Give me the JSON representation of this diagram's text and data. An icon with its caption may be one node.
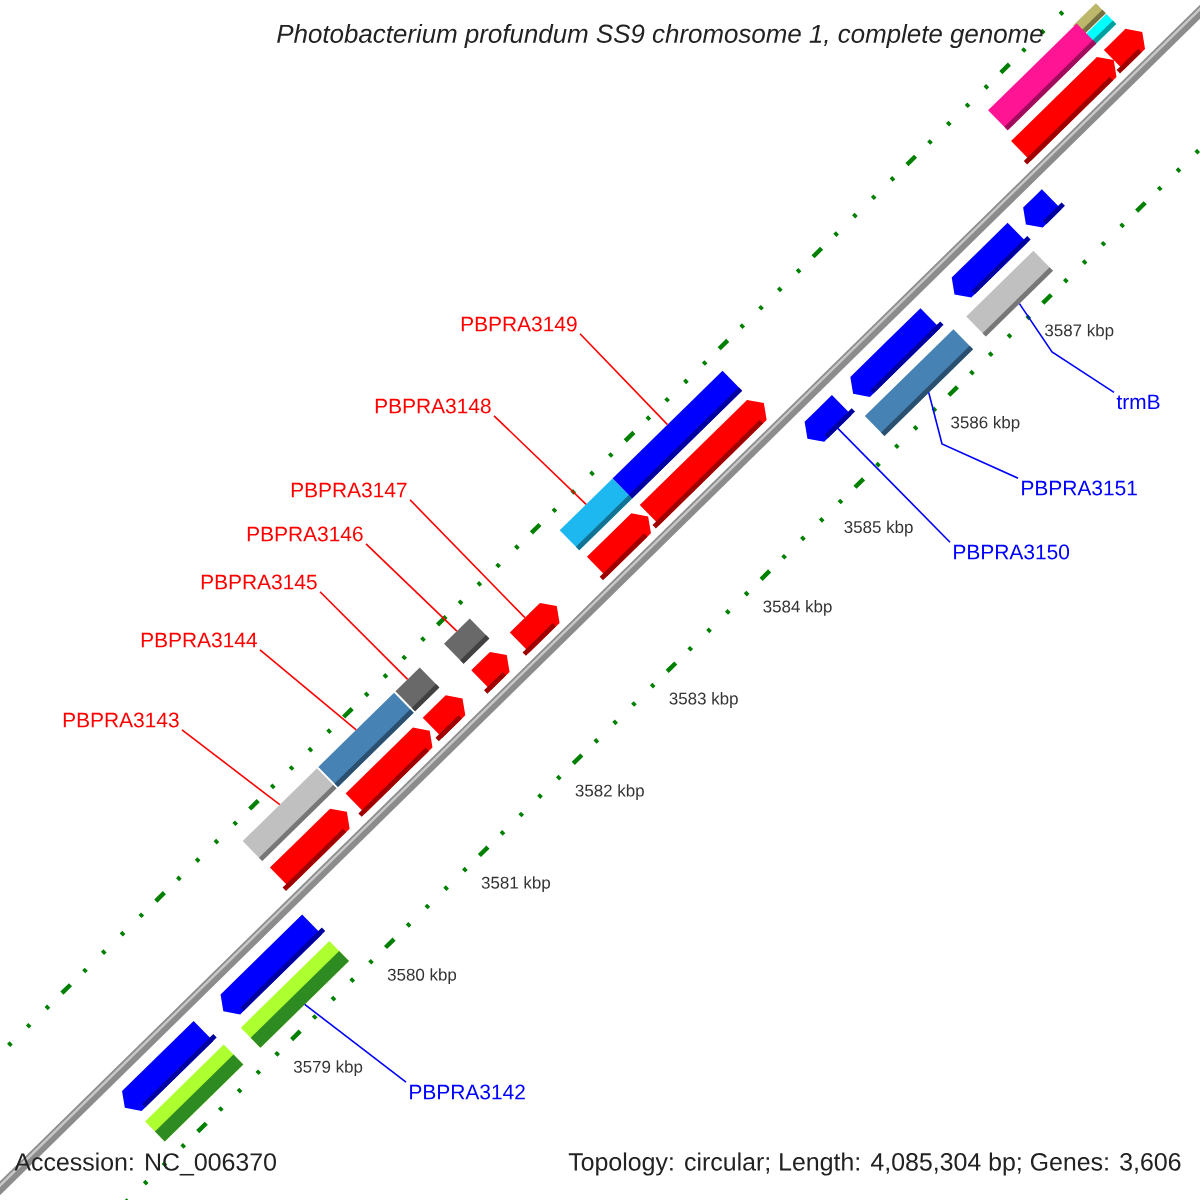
{
  "diagram": {
    "title": "Photobacterium profundum SS9 chromosome 1, complete genome",
    "nodes": [
      {
        "text": [
          "PBPRA3149"
        ]
      },
      {
        "text": [
          "trmB"
        ]
      },
      {
        "text": [
          "PBPRA3148"
        ]
      },
      {
        "text": [
          "PBPRA3151"
        ]
      },
      {
        "text": [
          "PBPRA3147"
        ]
      },
      {
        "text": [
          "PBPRA3146"
        ]
      },
      {
        "text": [
          "PBPRA3150"
        ]
      },
      {
        "text": [
          "PBPRA3145"
        ]
      },
      {
        "text": [
          "PBPRA3144"
        ]
      },
      {
        "text": [
          "PBPRA3143"
        ]
      },
      {
        "text": [
          "PBPRA3142"
        ]
      },
      {
        "text": [],
        "shape": "bar"
      },
      {
        "text": [],
        "shape": "bar"
      },
      {
        "text": [],
        "shape": "bar"
      },
      {
        "text": [],
        "shape": "bar"
      },
      {
        "text": [],
        "shape": "bar"
      },
      {
        "text": [],
        "shape": "bar"
      },
      {
        "text": [],
        "shape": "bar"
      },
      {
        "text": [],
        "shape": "bar"
      },
      {
        "text": [],
        "shape": "bar"
      },
      {
        "text": [],
        "shape": "bar"
      },
      {
        "text": [],
        "shape": "bar"
      },
      {
        "text": [],
        "shape": "bar"
      },
      {
        "text": [],
        "shape": "bar"
      },
      {
        "text": [],
        "shape": "bar"
      },
      {
        "text": [],
        "shape": "bar"
      },
      {
        "text": [],
        "shape": "bar"
      },
      {
        "text": [],
        "shape": "bar"
      },
      {
        "text": [],
        "shape": "bar"
      },
      {
        "text": [],
        "shape": "bar"
      },
      {
        "text": [],
        "shape": "bar"
      },
      {
        "text": [],
        "shape": "bar"
      },
      {
        "text": [],
        "shape": "bar"
      },
      {
        "text": [],
        "shape": "bar"
      },
      {
        "text": [],
        "shape": "bar"
      },
      {
        "text": [],
        "shape": "bar"
      },
      {
        "text": [],
        "shape": "bar"
      },
      {
        "text": [],
        "shape": "bar"
      },
      {
        "text": [],
        "shape": "bar"
      }
    ],
    "edges": [
      {
        "from": 0,
        "to": 22,
        "arrow": "none"
      },
      {
        "from": 1,
        "to": 18,
        "arrow": "none",
        "color": "#0000ff"
      },
      {
        "from": 2,
        "to": 24,
        "arrow": "none"
      },
      {
        "from": 3,
        "to": 20,
        "arrow": "none",
        "color": "#0000ff"
      },
      {
        "from": 4,
        "to": 26,
        "arrow": "none"
      },
      {
        "from": 5,
        "to": 27,
        "arrow": "none"
      },
      {
        "from": 6,
        "to": 21,
        "arrow": "none",
        "color": "#0000ff"
      },
      {
        "from": 7,
        "to": 29,
        "arrow": "none"
      },
      {
        "from": 8,
        "to": 31,
        "arrow": "none"
      },
      {
        "from": 9,
        "to": 33,
        "arrow": "none"
      },
      {
        "from": 10,
        "to": 36,
        "arrow": "none",
        "color": "#0000ff"
      }
    ],
    "labels": [
      "3587 kbp",
      "3586 kbp",
      "3585 kbp",
      "3584 kbp",
      "3583 kbp",
      "3582 kbp",
      "3581 kbp",
      "3580 kbp",
      "3579 kbp",
      "Accession: NC_006370",
      "Topology: circular; Length: 4,085,304 bp; Genes: 3,606"
    ]
  }
}
